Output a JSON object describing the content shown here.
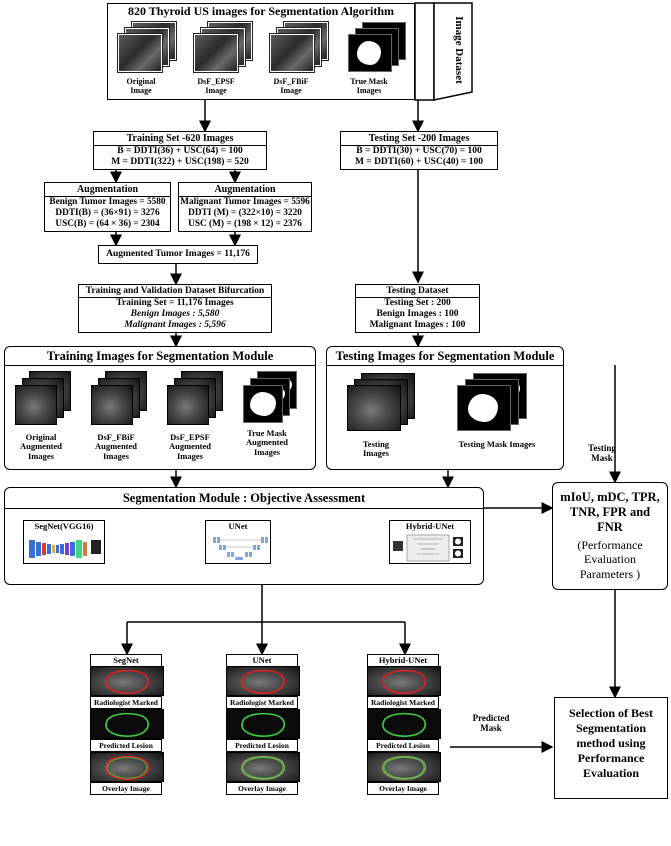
{
  "dataset": {
    "title": "820 Thyroid US images for Segmentation Algorithm",
    "side_label": "Image Dataset",
    "images": [
      "Original Image",
      "DsF_EPSF Image",
      "DsF_FBiF Image",
      "True Mask Images"
    ]
  },
  "training_set": {
    "title": "Training Set -620 Images",
    "line1": "B = DDTI(36) + USC(64) = 100",
    "line2": "M = DDTI(322) + USC(198) = 520"
  },
  "testing_set": {
    "title": "Testing Set -200 Images",
    "line1": "B = DDTI(30) + USC(70) = 100",
    "line2": "M = DDTI(60) + USC(40) = 100"
  },
  "aug_benign": {
    "title": "Augmentation",
    "line1": "Benign Tumor Images = 5580",
    "line2": "DDTI(B) = (36×91) = 3276",
    "line3": "USC(B) = (64 × 36) = 2304"
  },
  "aug_malignant": {
    "title": "Augmentation",
    "line1": "Malignant Tumor Images = 5596",
    "line2": "DDTI (M) = (322×10) = 3220",
    "line3": "USC (M) = (198 × 12) = 2376"
  },
  "augmented_total": "Augmented Tumor Images = 11,176",
  "bifurcation": {
    "title": "Training and Validation Dataset Bifurcation",
    "line1": "Training Set = 11,176 Images",
    "line2": "Benign  Images : 5,580",
    "line3": "Malignant Images : 5,596"
  },
  "testing_dataset": {
    "title": "Testing Dataset",
    "line1": "Testing Set : 200",
    "line2": "Benign  Images : 100",
    "line3": "Malignant Images : 100"
  },
  "training_module": {
    "title": "Training Images for Segmentation Module",
    "items": [
      "Original Augmented Images",
      "DsF_FBiF Augmented Images",
      "DsF_EPSF Augmented Images",
      "True Mask Augmented Images"
    ]
  },
  "testing_module": {
    "title": "Testing Images for Segmentation Module",
    "items": [
      "Testing Images",
      "Testing Mask Images"
    ]
  },
  "testing_mask_label": "Testing Mask",
  "segmentation_module": {
    "title": "Segmentation Module : Objective Assessment",
    "models": [
      "SegNet(VGG16)",
      "UNet",
      "Hybrid-UNet"
    ]
  },
  "metrics": {
    "bold": "mIoU, mDC, TPR, TNR, FPR and FNR",
    "normal": "(Performance Evaluation Parameters )"
  },
  "results": {
    "columns": [
      "SegNet",
      "UNet",
      "Hybrid-UNet"
    ],
    "rows": [
      "Radiologist Marked",
      "Predicted Lesion",
      "Overlay Image"
    ]
  },
  "predicted_mask_label": "Predicted Mask",
  "selection": "Selection of Best Segmentation method using Performance Evaluation",
  "colors": {
    "radiologist": "#e02020",
    "predicted": "#3fcf3f",
    "line": "#000000"
  }
}
